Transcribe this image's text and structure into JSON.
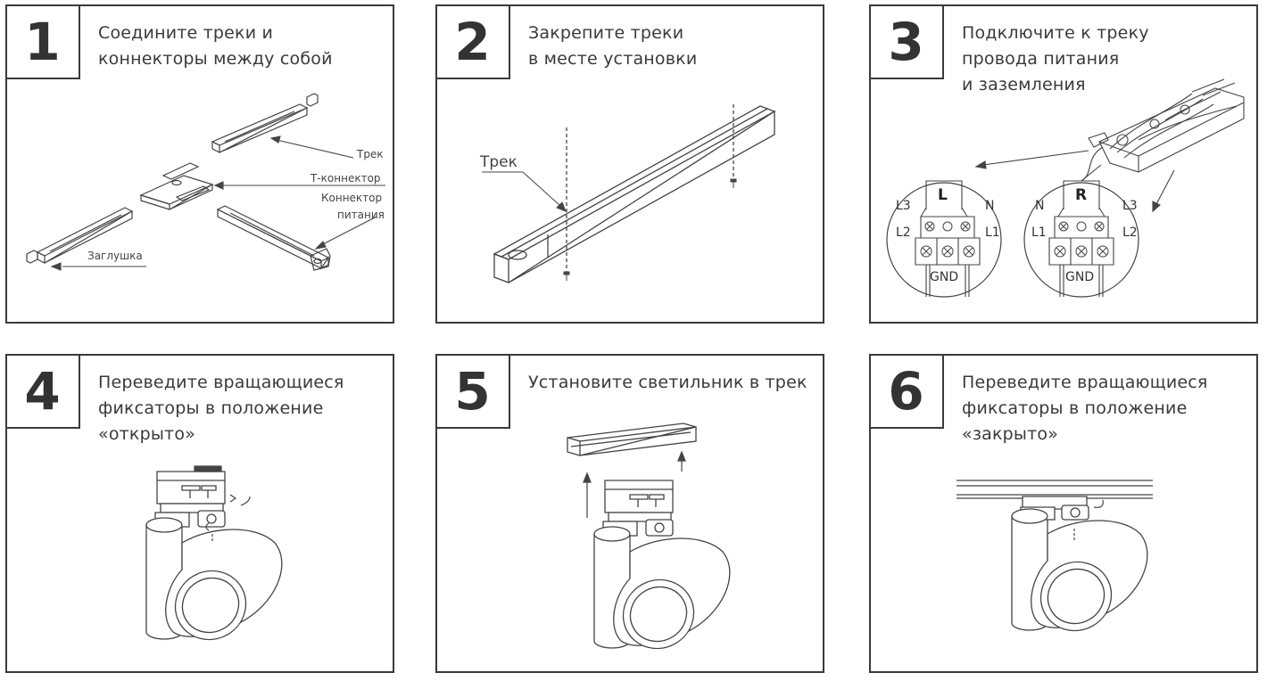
{
  "panels": [
    {
      "num": "1",
      "title": "Соедините треки и\nконнекторы между собой",
      "labels": {
        "track": "Трек",
        "tconn": "Т-коннектор",
        "power1": "Коннектор",
        "power2": "питания",
        "cap": "Заглушка"
      }
    },
    {
      "num": "2",
      "title": "Закрепите треки\nв месте установки",
      "labels": {
        "track": "Трек"
      }
    },
    {
      "num": "3",
      "title": "Подключите к треку\nпровода питания\nи заземления",
      "labels": {
        "left_side": "L",
        "right_side": "R",
        "l3": "L3",
        "l2": "L2",
        "l1": "L1",
        "n": "N",
        "gnd": "GND"
      }
    },
    {
      "num": "4",
      "title": "Переведите вращающиеся\nфиксаторы в положение\n«открыто»"
    },
    {
      "num": "5",
      "title": "Установите светильник в трек"
    },
    {
      "num": "6",
      "title": "Переведите вращающиеся\nфиксаторы в положение\n«закрыто»"
    }
  ]
}
